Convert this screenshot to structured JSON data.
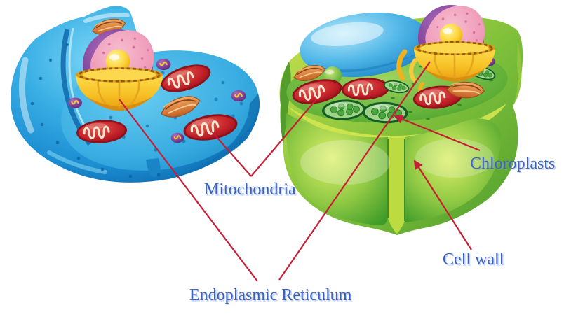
{
  "diagram": {
    "labels": {
      "mitochondria": "Mitochondria",
      "chloroplasts": "Chloroplasts",
      "cell_wall": "Cell wall",
      "endoplasmic_reticulum": "Endoplasmic Reticulum"
    },
    "colors": {
      "label_text": "#3b63c0",
      "pointer_line": "#c51f35",
      "animal_cell_blue": "#2fa8e0",
      "plant_cell_green": "#6cbf3e",
      "nucleus_pink": "#ef9ab8",
      "nucleus_purple": "#7a3d92",
      "nucleolus_yellow": "#f8cb1c",
      "mitochondrion_red": "#bf2028",
      "er_gold": "#f5c226",
      "vacuole_blue": "#51b7e8",
      "golgi_orange": "#dd8a3e"
    }
  }
}
